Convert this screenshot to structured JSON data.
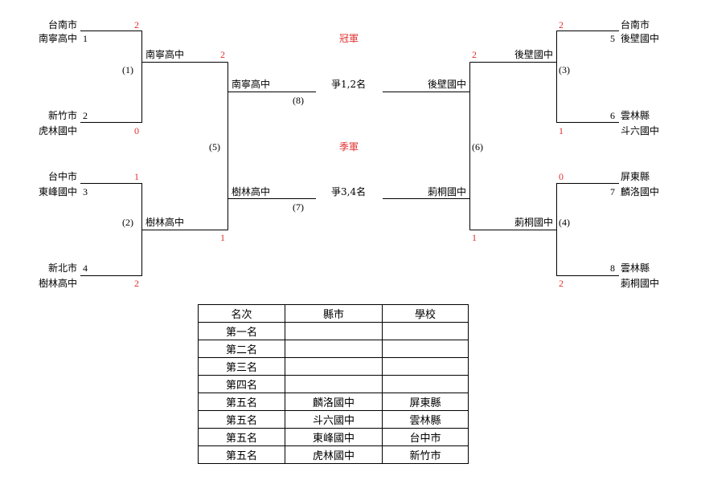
{
  "bracket": {
    "left": {
      "s1": {
        "city": "台南市",
        "school": "南寧高中",
        "seed": "1",
        "score": "2"
      },
      "s2": {
        "city": "新竹市",
        "school": "虎林國中",
        "seed": "2",
        "score": "0"
      },
      "s3": {
        "city": "台中市",
        "school": "東峰國中",
        "seed": "3",
        "score": "1"
      },
      "s4": {
        "city": "新北市",
        "school": "樹林高中",
        "seed": "4",
        "score": "2"
      }
    },
    "right": {
      "s5": {
        "city": "台南市",
        "school": "後壁國中",
        "seed": "5",
        "score": "2"
      },
      "s6": {
        "city": "雲林縣",
        "school": "斗六國中",
        "seed": "6",
        "score": "1"
      },
      "s7": {
        "city": "屏東縣",
        "school": "麟洛國中",
        "seed": "7",
        "score": "0"
      },
      "s8": {
        "city": "雲林縣",
        "school": "莿桐國中",
        "seed": "8",
        "score": "2"
      }
    },
    "matches": {
      "m1": {
        "label": "(1)",
        "winner": "南寧高中",
        "score": "2"
      },
      "m2": {
        "label": "(2)",
        "winner": "樹林高中",
        "score": "1"
      },
      "m3": {
        "label": "(3)",
        "winner": "後壁國中",
        "score": "2"
      },
      "m4": {
        "label": "(4)",
        "winner": "莿桐國中",
        "score": "1"
      },
      "m5": {
        "label": "(5)",
        "top": "南寧高中",
        "bottom": "樹林高中"
      },
      "m6": {
        "label": "(6)",
        "top": "後壁國中",
        "bottom": "莿桐國中"
      },
      "m7": {
        "label": "(7)",
        "title": "季軍",
        "text": "爭3,4名"
      },
      "m8": {
        "label": "(8)",
        "title": "冠軍",
        "text": "爭1,2名"
      }
    }
  },
  "ranking": {
    "headers": [
      "名次",
      "縣市",
      "學校"
    ],
    "rows": [
      [
        "第一名",
        "",
        ""
      ],
      [
        "第二名",
        "",
        ""
      ],
      [
        "第三名",
        "",
        ""
      ],
      [
        "第四名",
        "",
        ""
      ],
      [
        "第五名",
        "麟洛國中",
        "屏東縣"
      ],
      [
        "第五名",
        "斗六國中",
        "雲林縣"
      ],
      [
        "第五名",
        "東峰國中",
        "台中市"
      ],
      [
        "第五名",
        "虎林國中",
        "新竹市"
      ]
    ]
  },
  "colors": {
    "score": "#e03030",
    "line": "#000000"
  }
}
